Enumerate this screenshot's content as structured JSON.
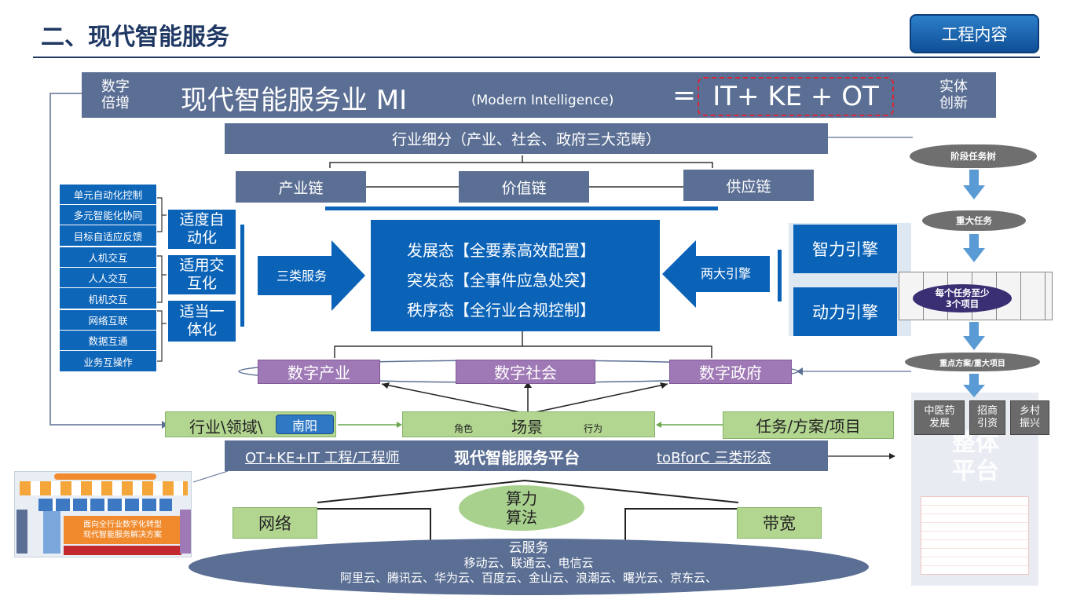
{
  "header": {
    "title": "二、现代智能服务",
    "badge": "工程内容"
  },
  "banner": {
    "left": "数字\n倍增",
    "main": "现代智能服务业 MI",
    "sub": "(Modern Intelligence)",
    "eq": "=",
    "formula": "IT+ KE + OT",
    "right": "实体\n创新"
  },
  "industry_bar": "行业细分（产业、社会、政府三大范畴）",
  "chains": [
    "产业链",
    "价值链",
    "供应链"
  ],
  "left_items": [
    "单元自动化控制",
    "多元智能化协同",
    "目标自适应反馈",
    "人机交互",
    "人人交互",
    "机机交互",
    "网络互联",
    "数据互通",
    "业务互操作"
  ],
  "left_groups": [
    "适度自\n动化",
    "适用交\n互化",
    "适当一\n体化"
  ],
  "arrow_left": "三类服务",
  "arrow_right": "两大引擎",
  "core_lines": [
    "发展态【全要素高效配置】",
    "突发态【全事件应急处突】",
    "秩序态【全行业合规控制】"
  ],
  "engines": [
    "智力引擎",
    "动力引擎"
  ],
  "digital": [
    "数字产业",
    "数字社会",
    "数字政府"
  ],
  "scene_row": {
    "industry": "行业\\领域\\",
    "nanyang": "南阳",
    "scene": "场景",
    "role": "角色",
    "behavior": "行为",
    "task": "任务/方案/项目"
  },
  "platform": {
    "left": "OT+KE+IT 工程/工程师",
    "center": "现代智能服务平台",
    "right": "toBforC 三类形态"
  },
  "compute": "算力\n算法",
  "network": "网络",
  "bandwidth": "带宽",
  "cloud": {
    "title": "云服务",
    "line1": "移动云、联通云、电信云",
    "line2": "阿里云、腾讯云、华为云、百度云、金山云、浪潮云、曙光云、京东云、"
  },
  "right_panel": {
    "cloud1": "阶段任务树",
    "cloud2": "重大任务",
    "oval": "每个任务至少\n3个项目",
    "cloud3": "重点方案/重大项目",
    "boxes": [
      "中医药\n发展",
      "招商\n引资",
      "乡村\n振兴"
    ],
    "bg_text": "整体\n平台"
  },
  "thumbnail": {
    "caption": "面向全行业数字化转型\n现代智能服务解决方案"
  },
  "colors": {
    "steel": "#5b6f94",
    "blue": "#0b63b8",
    "green": "#b2d590",
    "purple": "#9f79b5",
    "title": "#1f3864"
  }
}
